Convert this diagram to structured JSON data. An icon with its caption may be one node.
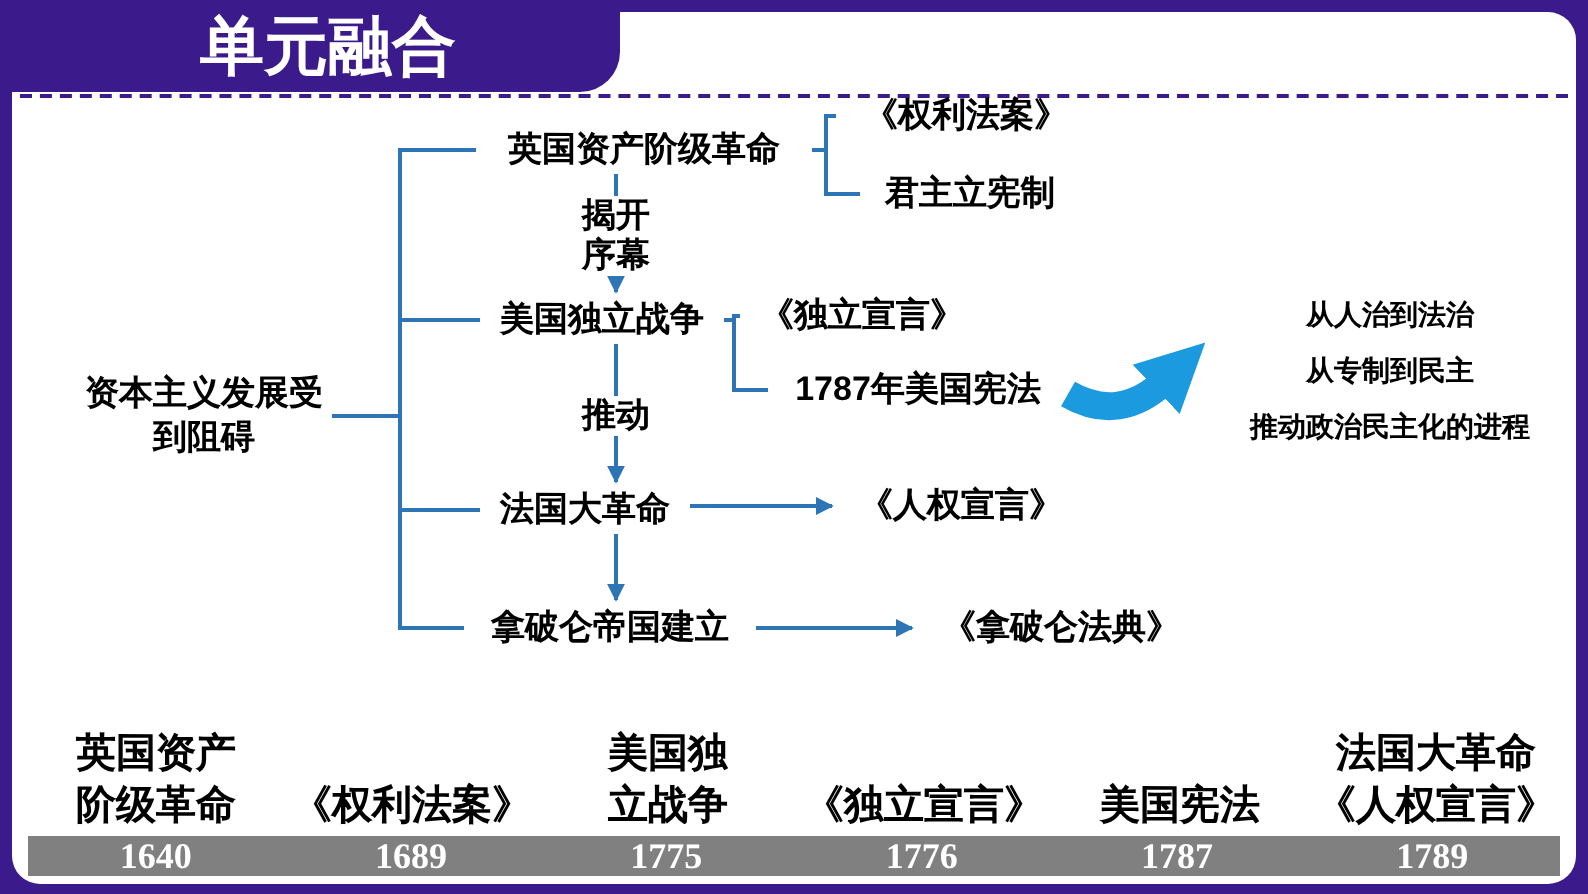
{
  "diagram": {
    "title": "单元融合",
    "nodes": [
      {
        "text": [
          "资本主义发展受到阻碍"
        ]
      },
      {
        "text": [
          "英国资产阶级革命"
        ]
      },
      {
        "text": [
          "《权利法案》"
        ]
      },
      {
        "text": [
          "君主立宪制"
        ]
      },
      {
        "text": [
          "美国独立战争"
        ]
      },
      {
        "text": [
          "《独立宣言》"
        ]
      },
      {
        "text": [
          "1787年美国宪法"
        ]
      },
      {
        "text": [
          "法国大革命"
        ]
      },
      {
        "text": [
          "《人权宣言》"
        ]
      },
      {
        "text": [
          "拿破仑帝国建立"
        ]
      },
      {
        "text": [
          "《拿破仑法典》"
        ]
      },
      {
        "text": [
          "从人治到法治",
          "从专制到民主",
          "推动政治民主化的进程"
        ]
      }
    ],
    "edges": [
      {
        "from": 0,
        "to": 1,
        "arrow": "none"
      },
      {
        "from": 0,
        "to": 4,
        "arrow": "none"
      },
      {
        "from": 0,
        "to": 7,
        "arrow": "none"
      },
      {
        "from": 0,
        "to": 9,
        "arrow": "none"
      },
      {
        "from": 1,
        "to": 2,
        "arrow": "none"
      },
      {
        "from": 1,
        "to": 3,
        "arrow": "none"
      },
      {
        "from": 1,
        "to": 4,
        "arrow": "to",
        "label": "揭开序幕"
      },
      {
        "from": 4,
        "to": 5,
        "arrow": "none"
      },
      {
        "from": 4,
        "to": 6,
        "arrow": "none"
      },
      {
        "from": 4,
        "to": 7,
        "arrow": "to",
        "label": "推动"
      },
      {
        "from": 7,
        "to": 8,
        "arrow": "to"
      },
      {
        "from": 7,
        "to": 9,
        "arrow": "to"
      },
      {
        "from": 9,
        "to": 10,
        "arrow": "to"
      },
      {
        "from": 6,
        "to": 11,
        "arrow": "to",
        "style": "thick",
        "color": "#1b9ae0"
      }
    ],
    "labels": [
      "英国资产阶级革命",
      "《权利法案》",
      "美国独立战争",
      "《独立宣言》",
      "美国宪法",
      "法国大革命",
      "《人权宣言》",
      "1640",
      "1689",
      "1775",
      "1776",
      "1787",
      "1789"
    ]
  }
}
